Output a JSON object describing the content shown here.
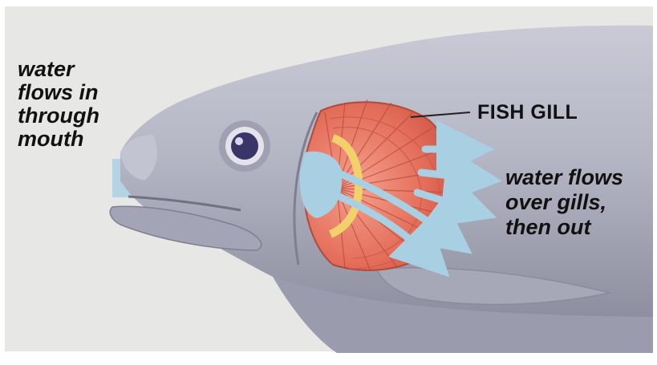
{
  "labels": {
    "mouth": [
      "water",
      "flows in",
      "through",
      "mouth"
    ],
    "gill": "FISH GILL",
    "out": [
      "water flows",
      "over gills,",
      "then out"
    ]
  },
  "colors": {
    "background_panel": "#e7e7e6",
    "fish_body": "#b6b8c6",
    "fish_shadow": "#8e90a2",
    "gill_red": "#e2725e",
    "gill_lines": "#b8483a",
    "gill_arch": "#f2d16b",
    "water": "#a9cfe2",
    "eye": "#3a3568"
  },
  "icons": [
    "fish-head-illustration",
    "eye-icon",
    "gill-illustration",
    "water-flow-arrow-icon"
  ]
}
